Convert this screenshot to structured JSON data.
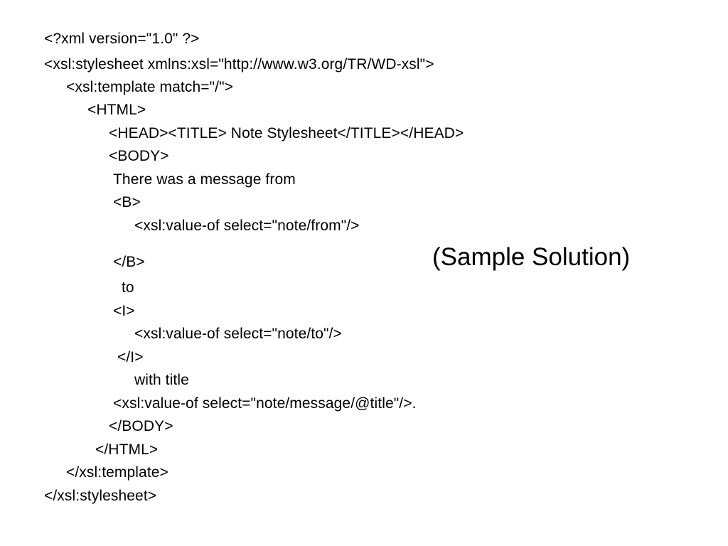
{
  "slide": {
    "lines": [
      "<?xml version=\"1.0\" ?>",
      "<xsl:stylesheet xmlns:xsl=\"http://www.w3.org/TR/WD-xsl\">",
      "<xsl:template match=\"/\">",
      "<HTML>",
      "<HEAD><TITLE> Note Stylesheet</TITLE></HEAD>",
      "<BODY>",
      "There was a message from",
      "<B>",
      "<xsl:value-of select=\"note/from\"/>",
      "</B>",
      "to",
      "<I>",
      "<xsl:value-of select=\"note/to\"/>",
      "</I>",
      "with title",
      "<xsl:value-of select=\"note/message/@title\"/>.",
      "</BODY>",
      "</HTML>",
      "</xsl:template>",
      "</xsl:stylesheet>"
    ],
    "label": "(Sample Solution)"
  }
}
